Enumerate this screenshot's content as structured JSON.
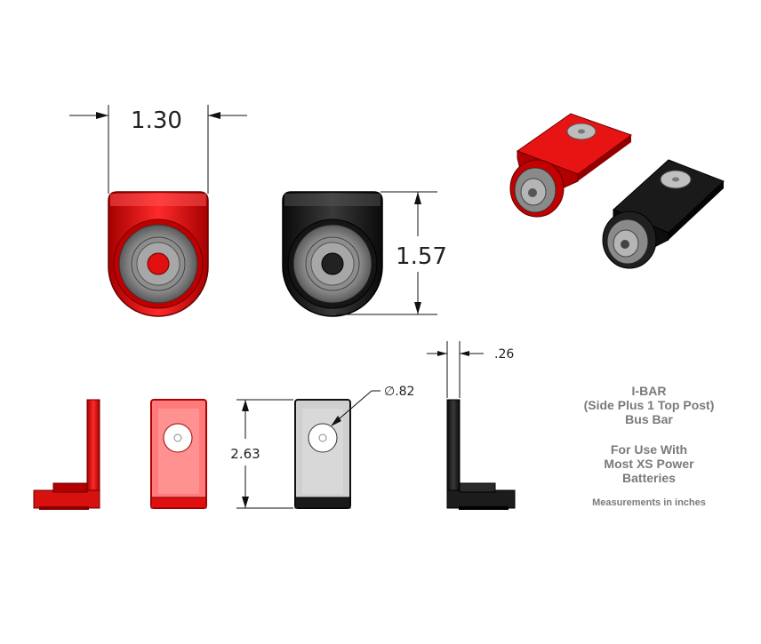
{
  "dimensions": {
    "width": "1.30",
    "height": "1.57",
    "length": "2.63",
    "hole_diameter": "∅.82",
    "thickness": ".26"
  },
  "title": {
    "line1": "I-BAR",
    "line2": "(Side Plus 1 Top Post)",
    "line3": "Bus Bar",
    "line4": "For Use With",
    "line5": "Most XS Power",
    "line6": "Batteries",
    "note": "Measurements in inches"
  },
  "colors": {
    "red": "#e01010",
    "red_dark": "#8a0000",
    "black": "#1c1c1c",
    "grey": "#9a9a9a"
  }
}
